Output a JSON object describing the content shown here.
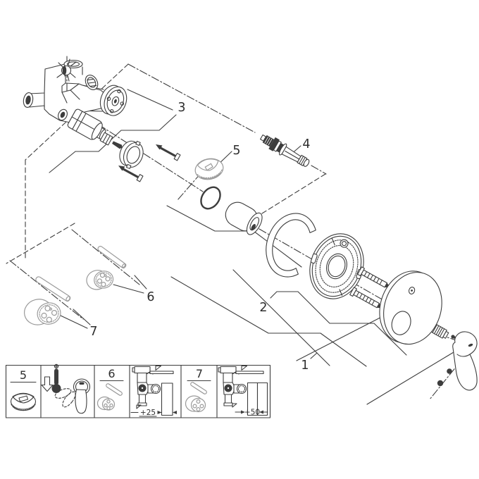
{
  "figure": {
    "type": "exploded-parts-diagram",
    "background_color": "#ffffff",
    "line_color": "#3d3d3d",
    "muted_part_color": "#9a9a9a"
  },
  "callouts": {
    "c1": "1",
    "c2": "2",
    "c3": "3",
    "c4": "4",
    "c5": "5",
    "c6": "6",
    "c7": "7"
  },
  "legend": {
    "cells": [
      {
        "label": "5",
        "icon": "cap-part-icon"
      },
      {
        "label": "",
        "icon": "cool-thermometer-and-lever-swing-icon"
      },
      {
        "label": "6",
        "icon": "pin-and-spline-wheel-icon"
      },
      {
        "label": "",
        "icon": "valve-extension-icon",
        "measurement": "+25"
      },
      {
        "label": "7",
        "icon": "pin-and-cartridge-extension-icon"
      },
      {
        "label": "",
        "icon": "valve-extension-icon",
        "measurement": "+50"
      }
    ]
  }
}
